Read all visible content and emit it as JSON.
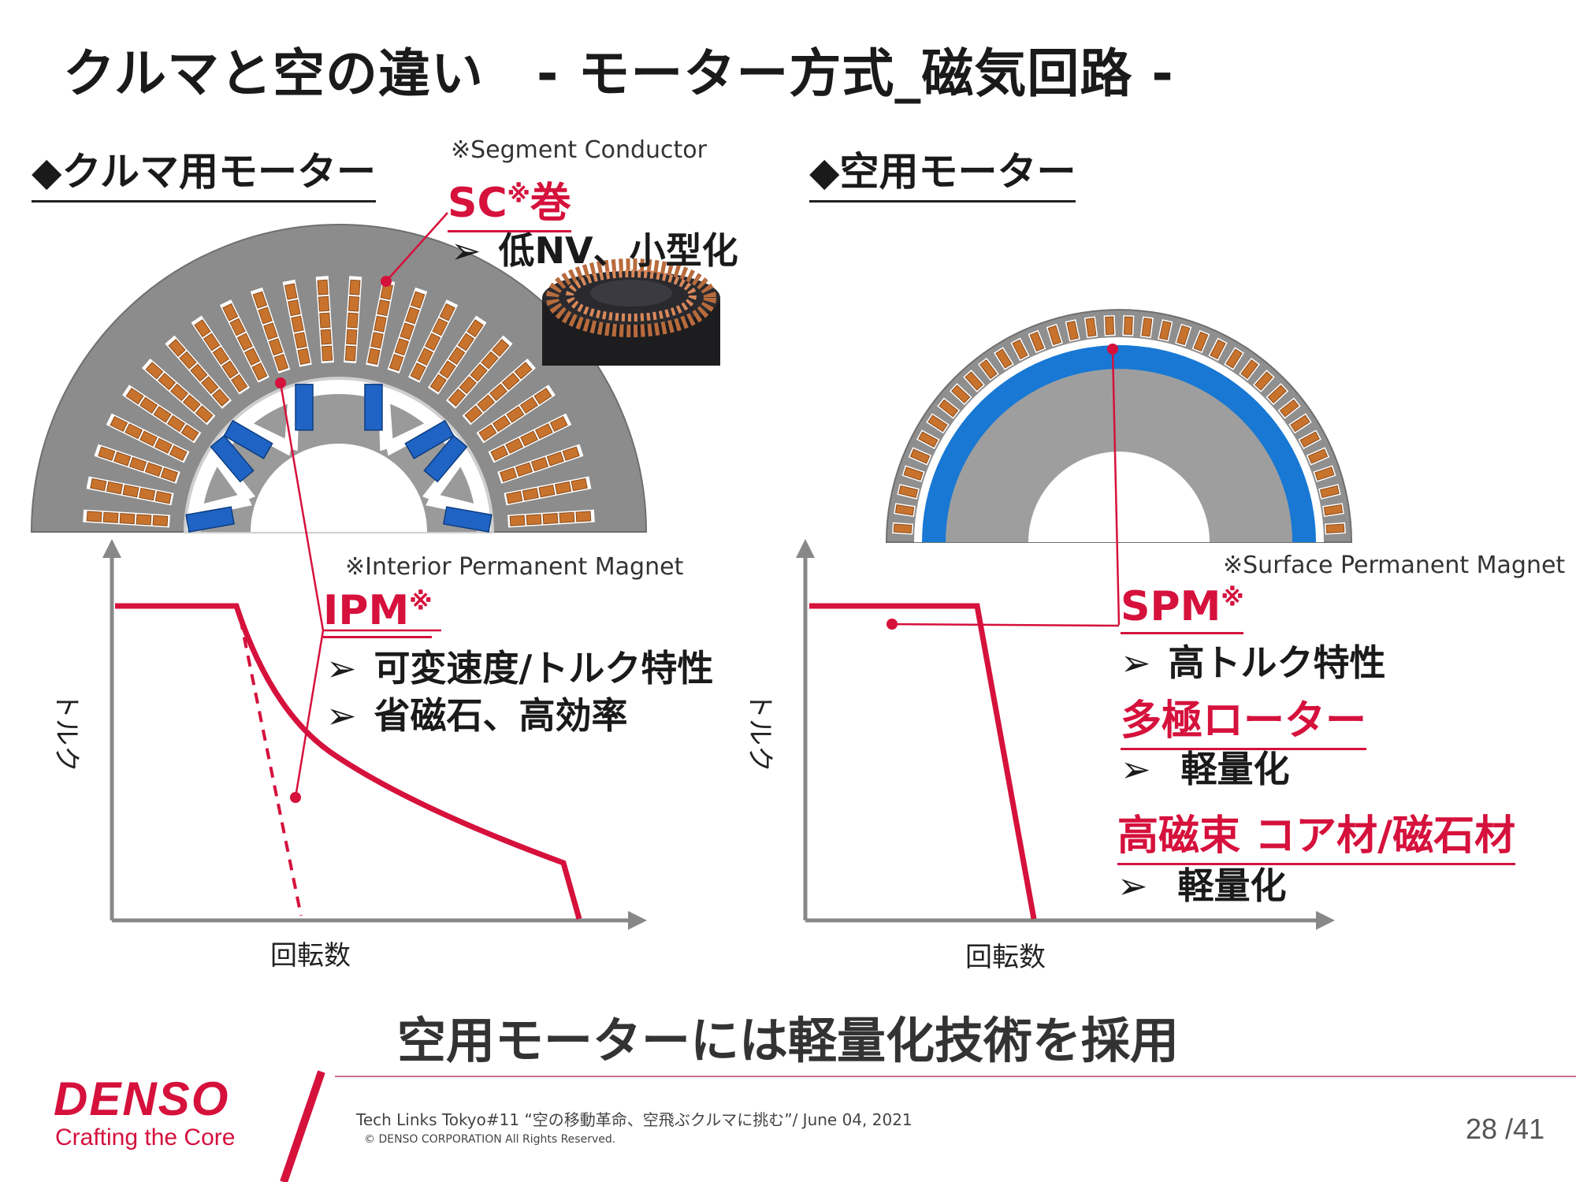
{
  "title": "クルマと空の違い　- モーター方式_磁気回路 -",
  "car_section": {
    "heading": "◆クルマ用モーター",
    "sc_note": "※Segment Conductor",
    "sc_label": "SC",
    "sc_label_mark": "※",
    "sc_label_tail": "巻",
    "sc_bullet": "低NV、小型化",
    "ipm_note": "※Interior Permanent Magnet",
    "ipm_label": "IPM",
    "ipm_label_mark": "※",
    "ipm_bullets": [
      "可変速度/トルク特性",
      "省磁石、高効率"
    ],
    "x_axis_label": "回転数",
    "y_axis_label": "トルク"
  },
  "air_section": {
    "heading": "◆空用モーター",
    "spm_note": "※Surface Permanent Magnet",
    "spm_label": "SPM",
    "spm_label_mark": "※",
    "spm_bullet": "高トルク特性",
    "multipole_label": "多極ローター",
    "multipole_bullet": "軽量化",
    "flux_label": "高磁束 コア材/磁石材",
    "flux_bullet": "軽量化",
    "x_axis_label": "回転数",
    "y_axis_label": "トルク"
  },
  "bullet_symbol": "➢",
  "conclusion": "空用モーターには軽量化技術を採用",
  "footer": {
    "brand": "DENSO",
    "tagline": "Crafting the Core",
    "event": "Tech Links Tokyo#11 “空の移動革命、空飛ぶクルマに挑む”/ June 04, 2021",
    "copyright": "© DENSO CORPORATION All Rights Reserved.",
    "page": "28 /41"
  },
  "colors": {
    "accent_red": "#d5113c",
    "stator_gray": "#8c8c8c",
    "coil_orange": "#c8732d",
    "magnet_blue": "#1f63c4",
    "spm_ring_blue": "#1878d4"
  }
}
